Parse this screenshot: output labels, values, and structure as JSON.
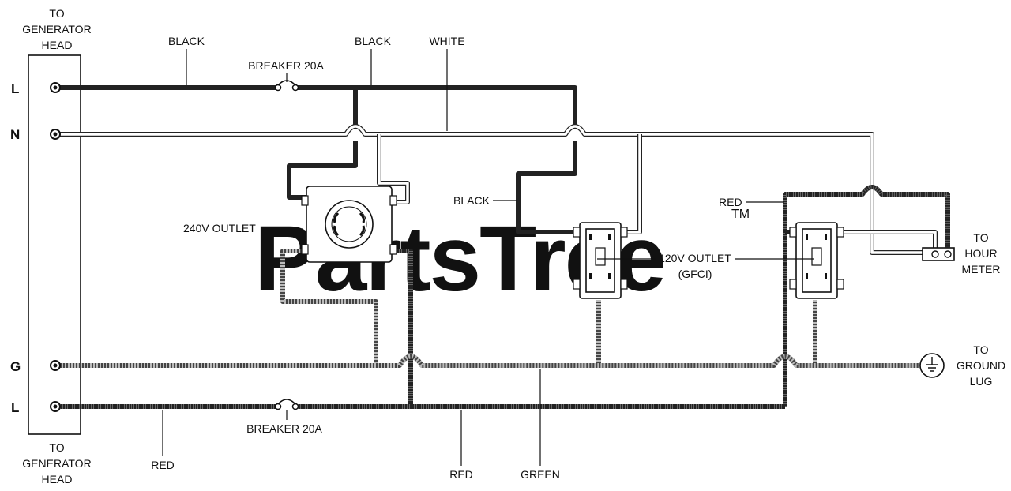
{
  "generator": {
    "head_top_lines": [
      "TO",
      "GENERATOR",
      "HEAD"
    ],
    "head_bottom_lines": [
      "TO",
      "GENERATOR",
      "HEAD"
    ],
    "terminals": [
      "L",
      "N",
      "G",
      "L"
    ]
  },
  "wire_labels": {
    "black_1": "BLACK",
    "black_2": "BLACK",
    "white": "WHITE",
    "black_3": "BLACK",
    "red_top": "RED",
    "red_1": "RED",
    "red_2": "RED",
    "green": "GREEN"
  },
  "breakers": {
    "top": "BREAKER 20A",
    "bottom": "BREAKER 20A"
  },
  "outlets": {
    "outlet_240v": "240V OUTLET",
    "outlet_120v_lines": [
      "120V OUTLET",
      "(GFCI)"
    ]
  },
  "destinations": {
    "hour_meter_lines": [
      "TO",
      "HOUR",
      "METER"
    ],
    "ground_lug_lines": [
      "TO",
      "GROUND",
      "LUG"
    ]
  },
  "watermark": {
    "text": "PartsTree",
    "trademark": "TM"
  }
}
